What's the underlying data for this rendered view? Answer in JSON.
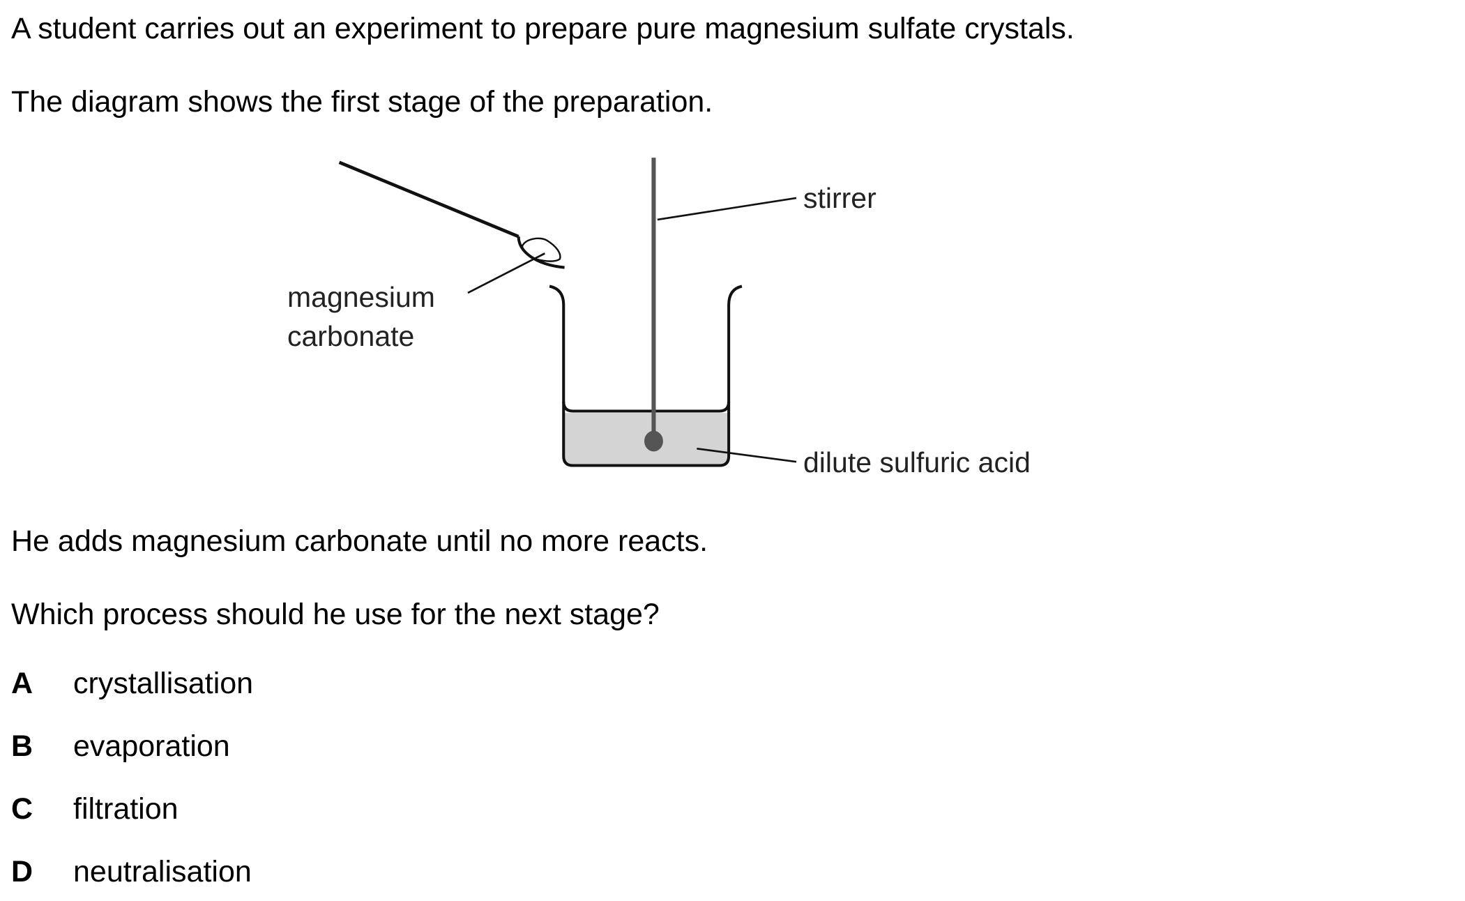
{
  "question": {
    "intro": "A student carries out an experiment to prepare pure magnesium sulfate crystals.",
    "diagram_caption": "The diagram shows the first stage of the preparation.",
    "step": "He adds magnesium carbonate until no more reacts.",
    "prompt": "Which process should he use for the next stage?"
  },
  "diagram": {
    "labels": {
      "magnesium": "magnesium",
      "carbonate": "carbonate",
      "stirrer": "stirrer",
      "acid": "dilute sulfuric acid"
    },
    "colors": {
      "liquid": "#d4d4d4",
      "stirrer": "#555555",
      "outline": "#111111"
    }
  },
  "options": [
    {
      "letter": "A",
      "text": "crystallisation"
    },
    {
      "letter": "B",
      "text": "evaporation"
    },
    {
      "letter": "C",
      "text": "filtration"
    },
    {
      "letter": "D",
      "text": "neutralisation"
    }
  ]
}
